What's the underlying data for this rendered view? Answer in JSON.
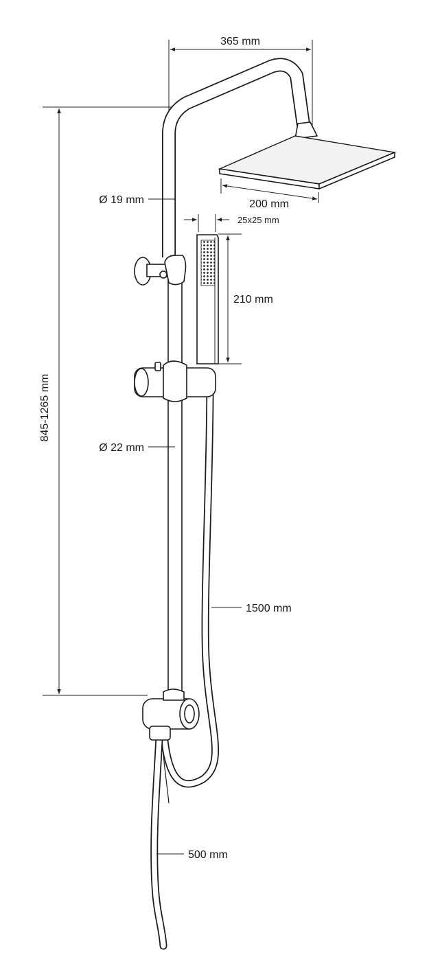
{
  "dimensions": {
    "width_overall": "365 mm",
    "head_size": "200 mm",
    "hand_shower_section": "25x25 mm",
    "upper_pipe_diameter": "Ø 19 mm",
    "hand_shower_length": "210 mm",
    "height_range": "845-1265 mm",
    "lower_pipe_diameter": "Ø 22 mm",
    "hose_long": "1500 mm",
    "hose_short": "500 mm"
  }
}
